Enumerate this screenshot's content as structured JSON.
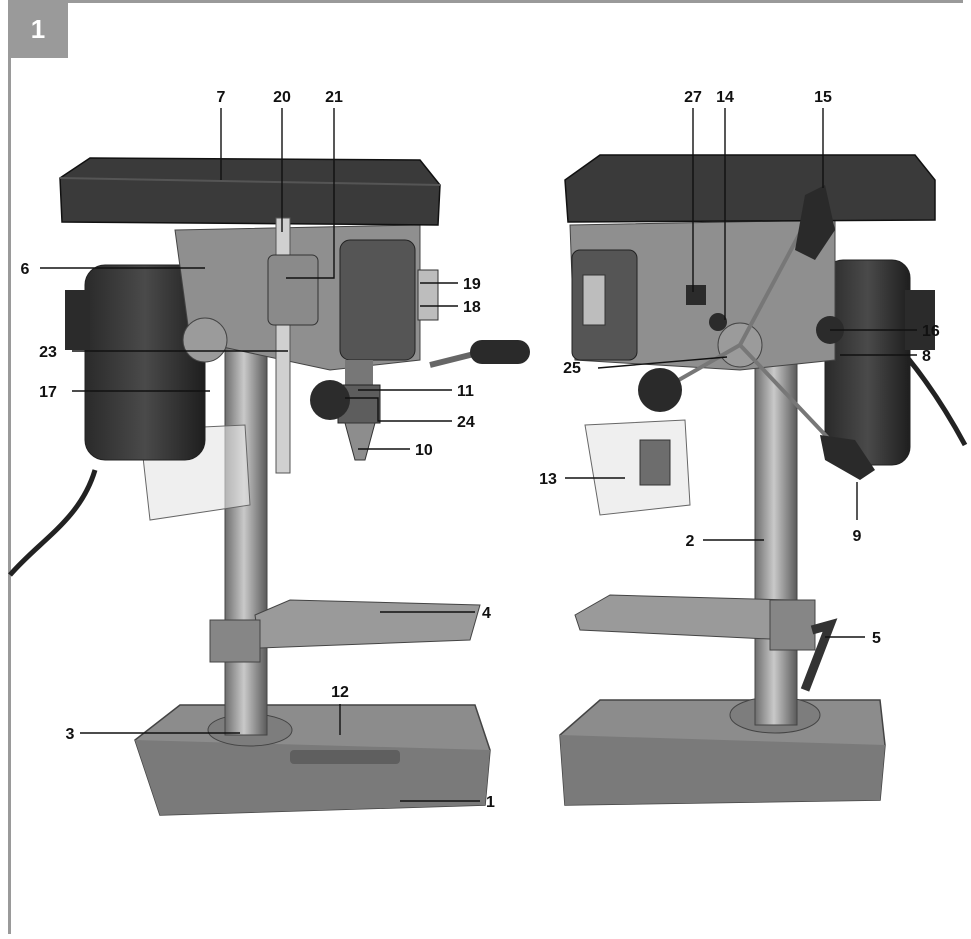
{
  "figure": {
    "number": "1",
    "left_labels": [
      "7",
      "20",
      "21",
      "6",
      "19",
      "18",
      "23",
      "17",
      "11",
      "24",
      "10",
      "4",
      "12",
      "3",
      "1"
    ],
    "right_labels": [
      "27",
      "14",
      "15",
      "16",
      "25",
      "8",
      "13",
      "2",
      "9",
      "5"
    ]
  }
}
